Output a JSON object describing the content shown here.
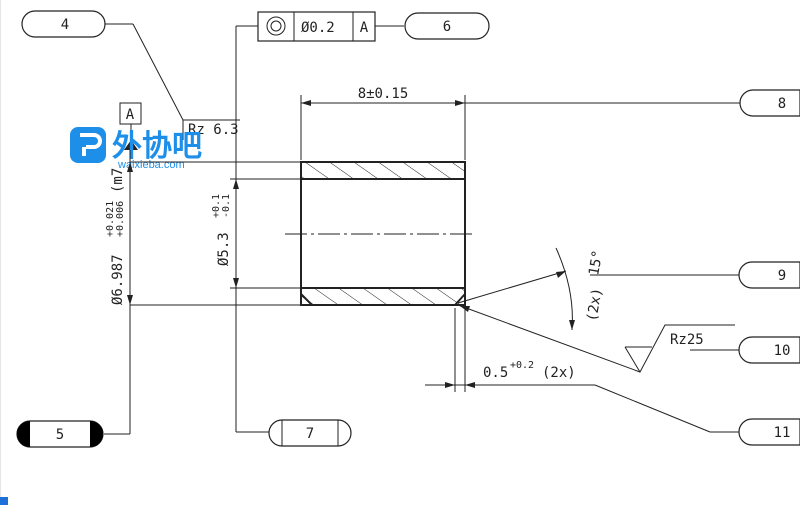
{
  "colors": {
    "line": "#222222",
    "background": "#ffffff",
    "balloon_dark": "#000000",
    "logo": "#1e8fe8"
  },
  "balloons": {
    "b4": "4",
    "b5": "5",
    "b6": "6",
    "b7": "7",
    "b8": "8",
    "b9": "9",
    "b10": "10",
    "b11": "11"
  },
  "datum": {
    "label": "A"
  },
  "feature_control_frame": {
    "symbol_icon": "concentricity-icon",
    "tolerance": "Ø0.2",
    "datum": "A"
  },
  "dimensions": {
    "length": "8±0.15",
    "inner_diameter_base": "Ø5.3",
    "inner_diameter_upper": "+0.1",
    "inner_diameter_lower": "-0.1",
    "outer_diameter_base": "Ø6.987",
    "outer_diameter_upper": "+0.021",
    "outer_diameter_lower": "+0.006",
    "outer_fit": "(m7",
    "angle": "15°",
    "angle_count": "(2x)",
    "chamfer_base": "0.5",
    "chamfer_tol": "+0.2",
    "chamfer_count": "(2x)"
  },
  "surface_finish": {
    "rz_top": "Rz 6.3",
    "rz_bottom": "Rz25"
  },
  "watermark": {
    "name": "外协吧",
    "domain": "waixieba.com"
  }
}
